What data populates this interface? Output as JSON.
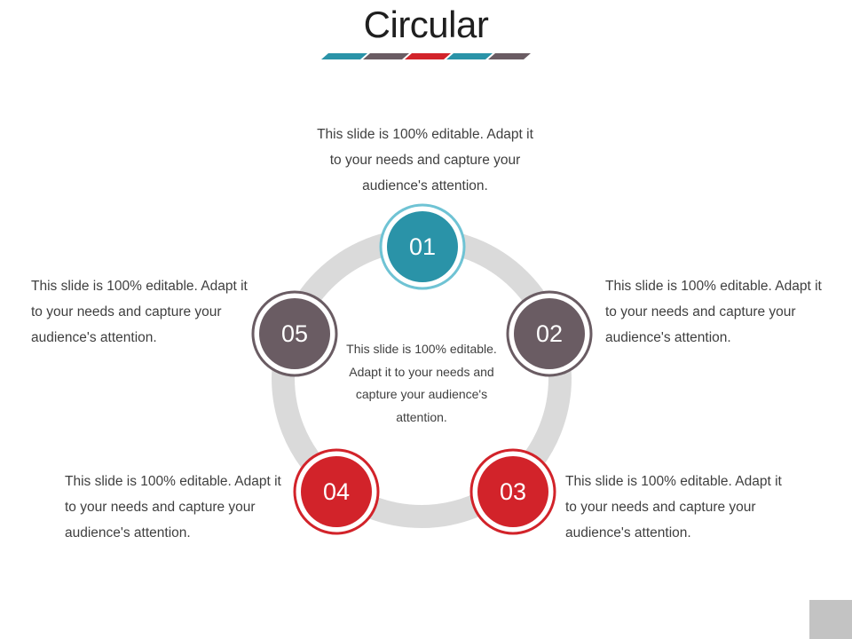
{
  "title": "Circular",
  "colors": {
    "teal": "#2a93a8",
    "teal_ring": "#6fc3d4",
    "gray": "#6a5c63",
    "red": "#d2232a",
    "ring_track": "#dadada"
  },
  "nodes": [
    {
      "label": "01",
      "text": "This slide is 100% editable. Adapt it to your needs and capture your audience's attention."
    },
    {
      "label": "02",
      "text": "This slide is 100% editable. Adapt it to your needs and capture your audience's attention."
    },
    {
      "label": "03",
      "text": "This slide is 100% editable. Adapt it to your needs and capture your audience's attention."
    },
    {
      "label": "04",
      "text": "This slide is 100% editable. Adapt it to your needs and capture your audience's attention."
    },
    {
      "label": "05",
      "text": "This slide is 100% editable. Adapt it to your needs and capture your audience's attention."
    }
  ],
  "center_text": "This slide is 100% editable. Adapt it to your needs and capture your audience's attention."
}
